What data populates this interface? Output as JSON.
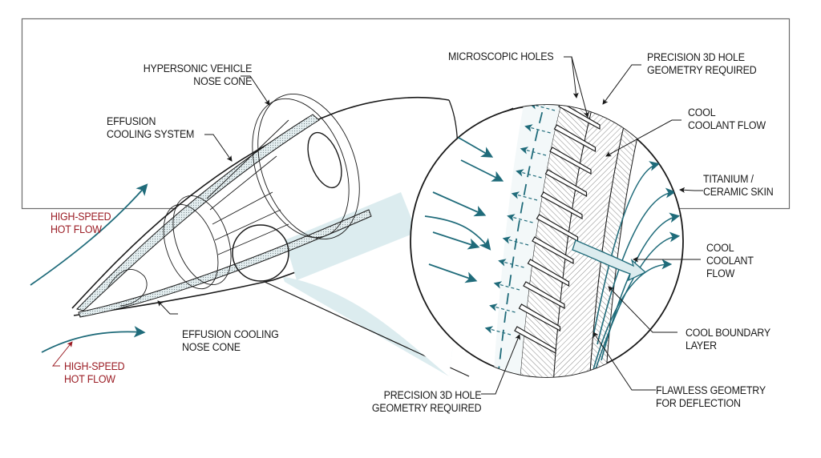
{
  "colors": {
    "ink": "#1a1a1a",
    "flow_teal": "#1f6b7a",
    "hot_red": "#9b1c24",
    "cone_fill": "#dcecef",
    "frame": "#6b6b6b"
  },
  "labels": {
    "nose_cone": [
      "HYPERSONIC VEHICLE",
      "NOSE CONE"
    ],
    "effusion_system": [
      "EFFUSION",
      "COOLING SYSTEM"
    ],
    "hot_flow_top": [
      "HIGH-SPEED",
      "HOT FLOW"
    ],
    "hot_flow_bottom": [
      "HIGH-SPEED",
      "HOT FLOW"
    ],
    "effusion_nose_cone": [
      "EFFUSION COOLING",
      "NOSE CONE"
    ],
    "microscopic_holes": [
      "MICROSCOPIC HOLES"
    ],
    "precision_top": [
      "PRECISION 3D HOLE",
      "GEOMETRY REQUIRED"
    ],
    "coolant_flow_top": [
      "COOL",
      "COOLANT FLOW"
    ],
    "skin": [
      "TITANIUM /",
      "CERAMIC SKIN"
    ],
    "coolant_flow_right": [
      "COOL",
      "COOLANT",
      "FLOW"
    ],
    "boundary_layer": [
      "COOL BOUNDARY",
      "LAYER"
    ],
    "flawless_geometry": [
      "FLAWLESS GEOMETRY",
      "FOR DEFLECTION"
    ],
    "precision_bottom": [
      "PRECISION 3D HOLE",
      "GEOMETRY REQUIRED"
    ]
  }
}
